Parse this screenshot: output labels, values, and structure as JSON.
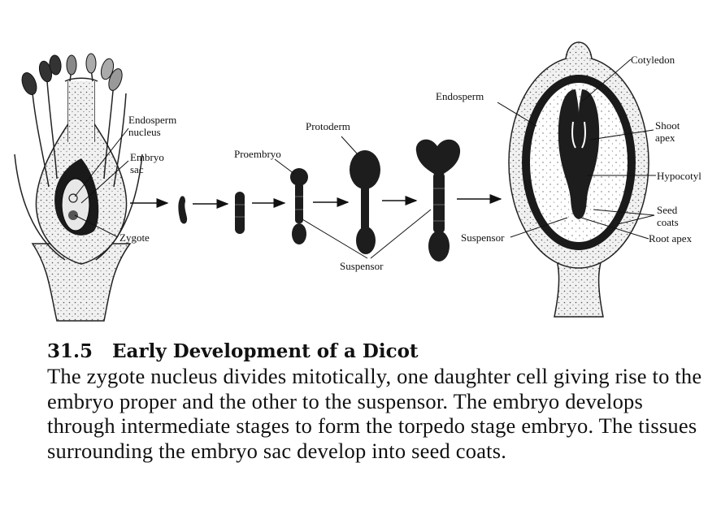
{
  "figure": {
    "labels": {
      "endosperm_nucleus": [
        "Endosperm",
        "nucleus"
      ],
      "embryo_sac": [
        "Embryo",
        "sac"
      ],
      "zygote": "Zygote",
      "proembryo": "Proembryo",
      "protoderm": "Protoderm",
      "suspensor_center": "Suspensor",
      "endosperm": "Endosperm",
      "cotyledon": "Cotyledon",
      "shoot_apex": [
        "Shoot",
        "apex"
      ],
      "hypocotyl": "Hypocotyl",
      "seed_coats": [
        "Seed",
        "coats"
      ],
      "root_apex": "Root apex",
      "suspensor_right": "Suspensor"
    }
  },
  "caption": {
    "number": "31.5",
    "title": "Early Development of a Dicot",
    "body": "The zygote nucleus divides mitotically, one daughter cell giving rise to the embryo proper and the other to the suspensor. The embryo develops through intermediate stages to form the torpedo stage embryo. The tissues surrounding the embryo sac develop into seed coats."
  }
}
